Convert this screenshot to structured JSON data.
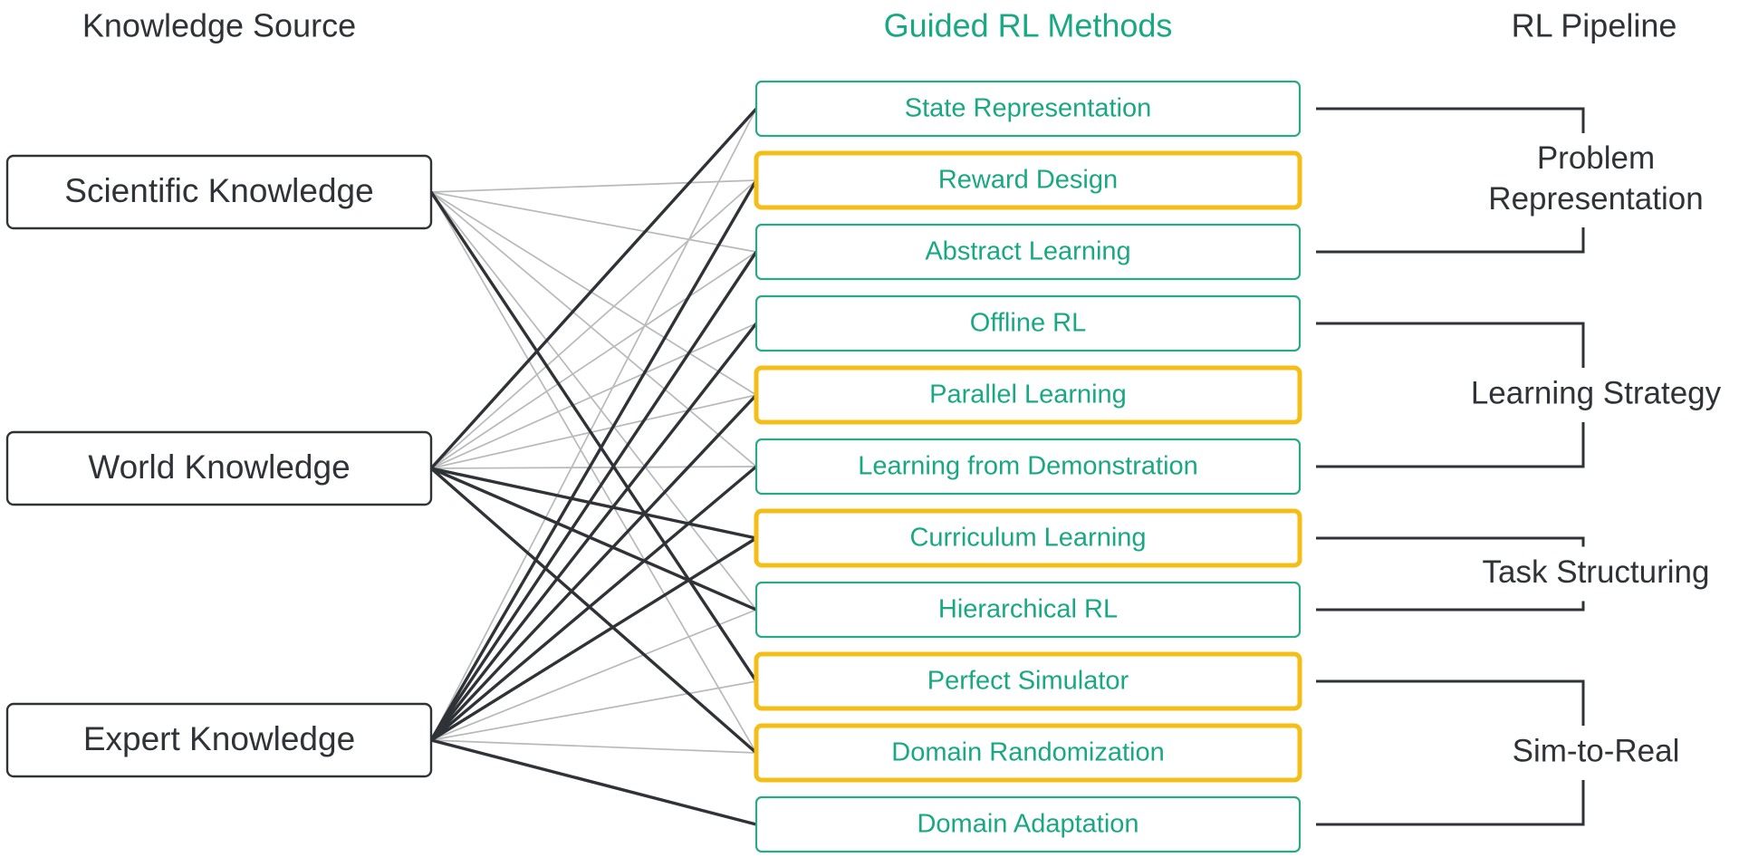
{
  "headers": {
    "source": "Knowledge Source",
    "methods": "Guided RL Methods",
    "pipeline": "RL Pipeline"
  },
  "colors": {
    "text_dark": "#2f3237",
    "green": "#1aa884",
    "highlight": "#f4be17",
    "thin_edge": "#b9b9b9"
  },
  "sources": [
    {
      "id": "scientific",
      "label": "Scientific Knowledge"
    },
    {
      "id": "world",
      "label": "World Knowledge"
    },
    {
      "id": "expert",
      "label": "Expert Knowledge"
    }
  ],
  "methods": [
    {
      "id": "state-representation",
      "label": "State Representation",
      "highlight": false
    },
    {
      "id": "reward-design",
      "label": "Reward Design",
      "highlight": true
    },
    {
      "id": "abstract-learning",
      "label": "Abstract Learning",
      "highlight": false
    },
    {
      "id": "offline-rl",
      "label": "Offline RL",
      "highlight": false
    },
    {
      "id": "parallel-learning",
      "label": "Parallel Learning",
      "highlight": true
    },
    {
      "id": "learning-from-demonstration",
      "label": "Learning from Demonstration",
      "highlight": false
    },
    {
      "id": "curriculum-learning",
      "label": "Curriculum Learning",
      "highlight": true
    },
    {
      "id": "hierarchical-rl",
      "label": "Hierarchical RL",
      "highlight": false
    },
    {
      "id": "perfect-simulator",
      "label": "Perfect Simulator",
      "highlight": true
    },
    {
      "id": "domain-randomization",
      "label": "Domain Randomization",
      "highlight": true
    },
    {
      "id": "domain-adaptation",
      "label": "Domain Adaptation",
      "highlight": false
    }
  ],
  "pipeline": [
    {
      "id": "problem-representation",
      "lines": [
        "Problem",
        "Representation"
      ],
      "methods": [
        0,
        2
      ]
    },
    {
      "id": "learning-strategy",
      "lines": [
        "Learning Strategy"
      ],
      "methods": [
        3,
        5
      ]
    },
    {
      "id": "task-structuring",
      "lines": [
        "Task Structuring"
      ],
      "methods": [
        6,
        7
      ]
    },
    {
      "id": "sim-to-real",
      "lines": [
        "Sim-to-Real"
      ],
      "methods": [
        8,
        10
      ]
    }
  ],
  "edges": [
    {
      "source": 0,
      "method": 1,
      "weight": "thin"
    },
    {
      "source": 0,
      "method": 2,
      "weight": "thin"
    },
    {
      "source": 0,
      "method": 4,
      "weight": "thin"
    },
    {
      "source": 0,
      "method": 5,
      "weight": "thin"
    },
    {
      "source": 0,
      "method": 7,
      "weight": "thin"
    },
    {
      "source": 0,
      "method": 8,
      "weight": "thick"
    },
    {
      "source": 0,
      "method": 9,
      "weight": "thin"
    },
    {
      "source": 1,
      "method": 0,
      "weight": "thick"
    },
    {
      "source": 1,
      "method": 1,
      "weight": "thin"
    },
    {
      "source": 1,
      "method": 2,
      "weight": "thin"
    },
    {
      "source": 1,
      "method": 3,
      "weight": "thin"
    },
    {
      "source": 1,
      "method": 4,
      "weight": "thin"
    },
    {
      "source": 1,
      "method": 5,
      "weight": "thin"
    },
    {
      "source": 1,
      "method": 6,
      "weight": "thick"
    },
    {
      "source": 1,
      "method": 7,
      "weight": "thick"
    },
    {
      "source": 1,
      "method": 9,
      "weight": "thick"
    },
    {
      "source": 2,
      "method": 0,
      "weight": "thin"
    },
    {
      "source": 2,
      "method": 1,
      "weight": "thick"
    },
    {
      "source": 2,
      "method": 2,
      "weight": "thick"
    },
    {
      "source": 2,
      "method": 3,
      "weight": "thick"
    },
    {
      "source": 2,
      "method": 4,
      "weight": "thick"
    },
    {
      "source": 2,
      "method": 5,
      "weight": "thick"
    },
    {
      "source": 2,
      "method": 6,
      "weight": "thick"
    },
    {
      "source": 2,
      "method": 7,
      "weight": "thin"
    },
    {
      "source": 2,
      "method": 8,
      "weight": "thin"
    },
    {
      "source": 2,
      "method": 9,
      "weight": "thin"
    },
    {
      "source": 2,
      "method": 10,
      "weight": "thick"
    }
  ]
}
